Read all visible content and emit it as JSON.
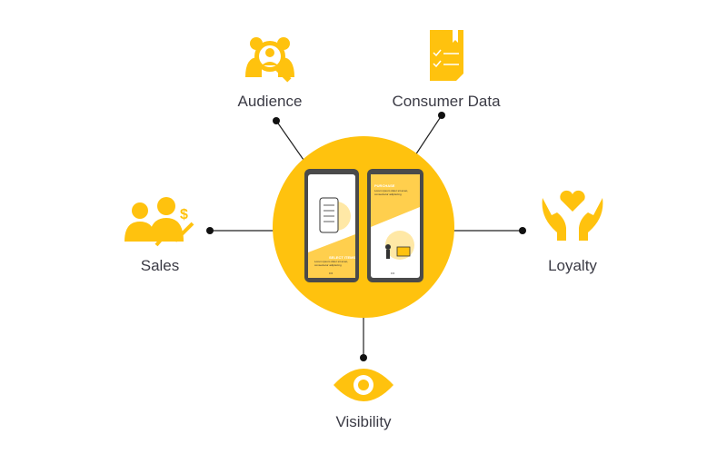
{
  "center": {
    "phone1": {
      "title": "SELECT ITEMS",
      "text": "Lorem ipsum dolor sit amet, consectetur adipiscing"
    },
    "phone2": {
      "title": "PURCHASE",
      "text": "Lorem ipsum dolor sit amet, consectetur adipiscing"
    }
  },
  "nodes": {
    "audience": "Audience",
    "consumer_data": "Consumer Data",
    "sales": "Sales",
    "loyalty": "Loyalty",
    "visibility": "Visibility"
  },
  "colors": {
    "accent": "#FFC20E",
    "text": "#3b3b45",
    "phone": "#4a4a4a"
  }
}
